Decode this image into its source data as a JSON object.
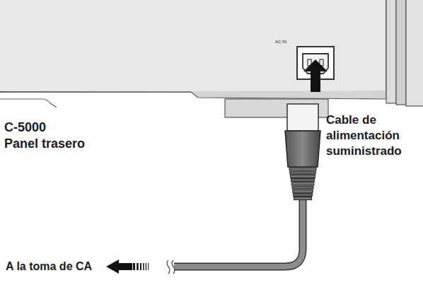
{
  "diagram": {
    "labels": [
      "AC IN",
      "C-5000",
      "Panel trasero",
      "Cable de alimentación suministrado",
      "A la toma de CA"
    ]
  }
}
